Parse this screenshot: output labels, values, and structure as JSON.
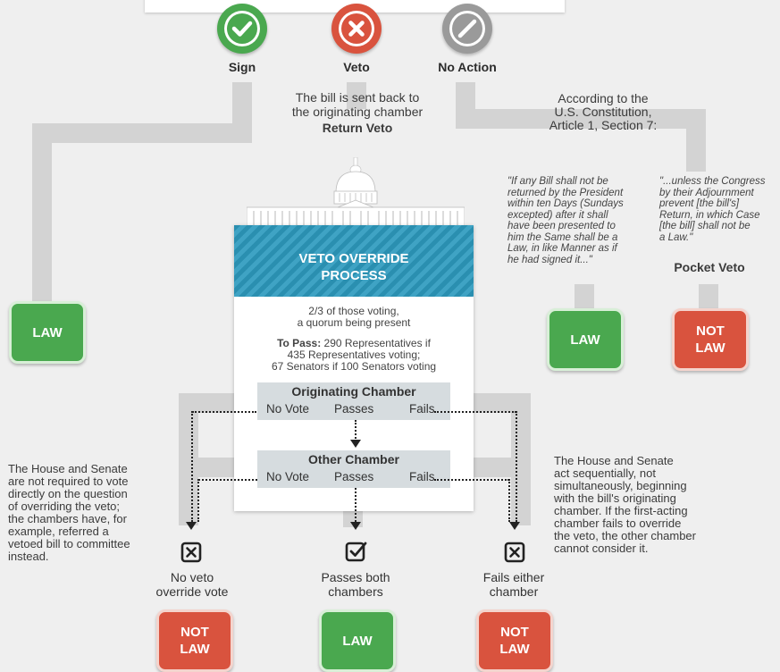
{
  "outcomes": {
    "sign": "Sign",
    "veto": "Veto",
    "no_action": "No Action"
  },
  "return_note": {
    "line1": "The bill is sent back to",
    "line2": "the originating chamber",
    "label": "Return Veto"
  },
  "constitution": {
    "line1": "According to the",
    "line2": "U.S. Constitution,",
    "line3": "Article 1, Section 7:"
  },
  "quote_law": {
    "line1": "\"If any Bill shall not be",
    "line2": "returned by the President",
    "line3": "within ten Days (Sundays",
    "line4": "excepted) after it shall",
    "line5": "have been presented to",
    "line6": "him the Same shall be a",
    "line7": "Law, in like Manner as if",
    "line8": "he had signed it...\""
  },
  "quote_pocket": {
    "line1": "\"...unless the Congress",
    "line2": "by their Adjournment",
    "line3": "prevent [the bill's]",
    "line4": "Return, in which Case",
    "line5": "[the bill] shall not be",
    "line6": "a Law.\"",
    "label": "Pocket Veto"
  },
  "results": {
    "law": "LAW",
    "not_law": "NOT\nLAW"
  },
  "panel": {
    "title_line1": "VETO OVERRIDE",
    "title_line2": "PROCESS",
    "req_line1": "2/3 of those voting,",
    "req_line2": "a quorum being present",
    "to_pass_label": "To Pass:",
    "to_pass_line1": " 290 Representatives if",
    "to_pass_line2": "435 Representatives voting;",
    "to_pass_line3": "67 Senators if 100 Senators voting"
  },
  "chambers": {
    "originating": "Originating Chamber",
    "other": "Other Chamber",
    "no_vote": "No Vote",
    "passes": "Passes",
    "fails": "Fails"
  },
  "left_note": {
    "line1": "The House and Senate",
    "line2": "are not required to vote",
    "line3": "directly on the question",
    "line4": "of overriding the veto;",
    "line5": "the chambers have, for",
    "line6": "example, referred a",
    "line7": "vetoed bill to committee",
    "line8": "instead."
  },
  "right_note": {
    "line1": "The House and Senate",
    "line2": "act sequentially, not",
    "line3": "simultaneously, beginning",
    "line4": "with the bill's originating",
    "line5": "chamber.  If the first-acting",
    "line6": "chamber fails to override",
    "line7": "the veto, the other chamber",
    "line8": "cannot consider it."
  },
  "bottom": {
    "no_vote_line1": "No veto",
    "no_vote_line2": "override vote",
    "passes_line1": "Passes both",
    "passes_line2": "chambers",
    "fails_line1": "Fails either",
    "fails_line2": "chamber"
  },
  "colors": {
    "green": "#4aa84f",
    "red": "#d9533e",
    "gray": "#9a9a9a",
    "banner": "#2a8fb0",
    "pipe": "#d3d3d3"
  }
}
